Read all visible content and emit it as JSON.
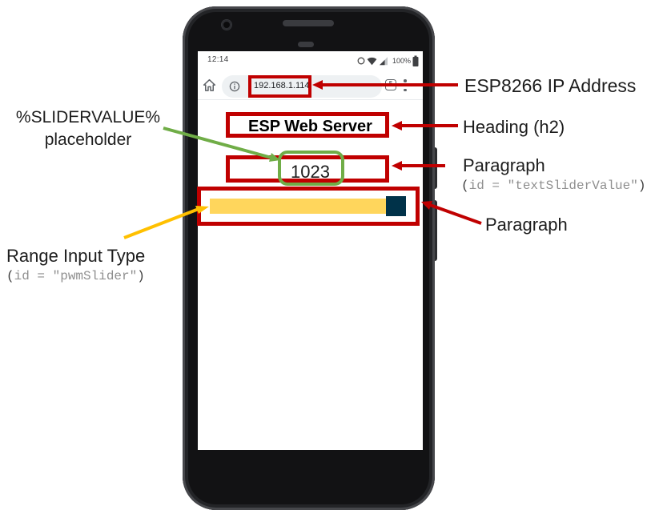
{
  "colors": {
    "annotation_red": "#C00000",
    "annotation_green": "#70AD47",
    "annotation_yellow": "#FFC000",
    "slider_track": "#FFD65C",
    "slider_thumb": "#003249"
  },
  "phone": {
    "status_bar": {
      "time": "12:14",
      "battery_percent": "100%"
    },
    "browser": {
      "url": "192.168.1.114",
      "tab_count": "5"
    },
    "page": {
      "heading": "ESP Web Server",
      "slider_value": "1023"
    }
  },
  "annotations": {
    "right": {
      "ip_address": "ESP8266 IP Address",
      "heading": "Heading (h2)",
      "paragraph_value": "Paragraph",
      "paragraph_value_id_open": "(",
      "paragraph_value_id_body": "id = \"textSliderValue\"",
      "paragraph_value_id_close": ")",
      "paragraph_slider": "Paragraph"
    },
    "left": {
      "placeholder_line1": "%SLIDERVALUE%",
      "placeholder_line2": "placeholder",
      "range_input": "Range Input Type",
      "range_input_id_open": "(",
      "range_input_id_body": "id = \"pwmSlider\"",
      "range_input_id_close": ")"
    }
  }
}
